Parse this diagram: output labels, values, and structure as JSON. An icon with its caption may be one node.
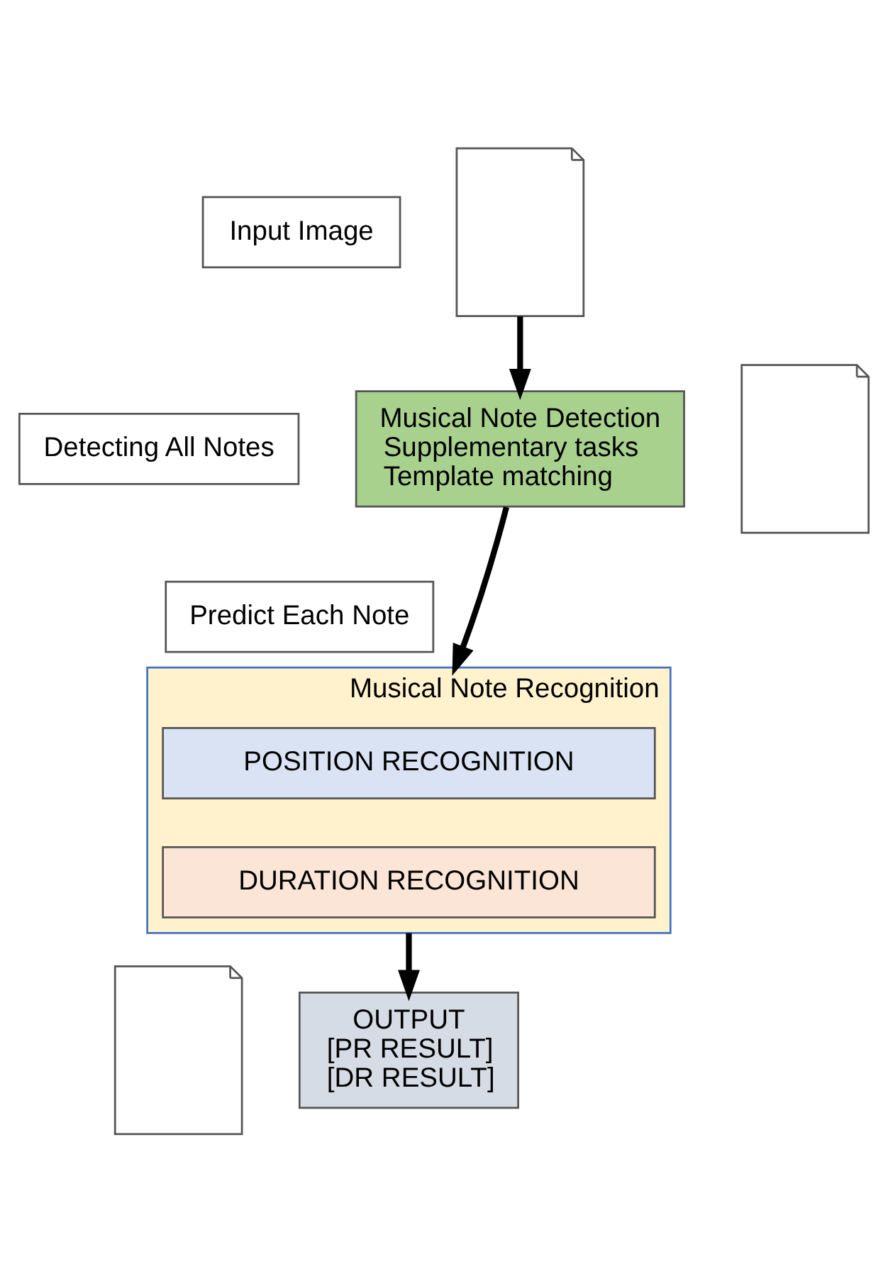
{
  "diagram": {
    "nodes": [
      {
        "text": [
          "Input Image"
        ]
      },
      {
        "text": [],
        "shape": "picture"
      },
      {
        "text": [
          "Detecting All Notes"
        ]
      },
      {
        "text": [
          "Musical Note Detection",
          "Supplementary tasks",
          "Template matching"
        ]
      },
      {
        "text": [],
        "shape": "picture"
      },
      {
        "text": [
          "Predict Each Note"
        ]
      },
      {
        "text": [
          "Musical Note Recognition"
        ]
      },
      {
        "text": [
          "POSITION RECOGNITION"
        ],
        "in": 6
      },
      {
        "text": [
          "DURATION RECOGNITION"
        ],
        "in": 6
      },
      {
        "text": [],
        "shape": "picture"
      },
      {
        "text": [
          "OUTPUT",
          "[PR RESULT]",
          "[DR RESULT]"
        ]
      }
    ],
    "edges": [
      {
        "from": 1,
        "to": 3,
        "arrow": "to"
      },
      {
        "from": 3,
        "to": 6,
        "arrow": "to"
      },
      {
        "from": 6,
        "to": 10,
        "arrow": "to"
      }
    ]
  }
}
